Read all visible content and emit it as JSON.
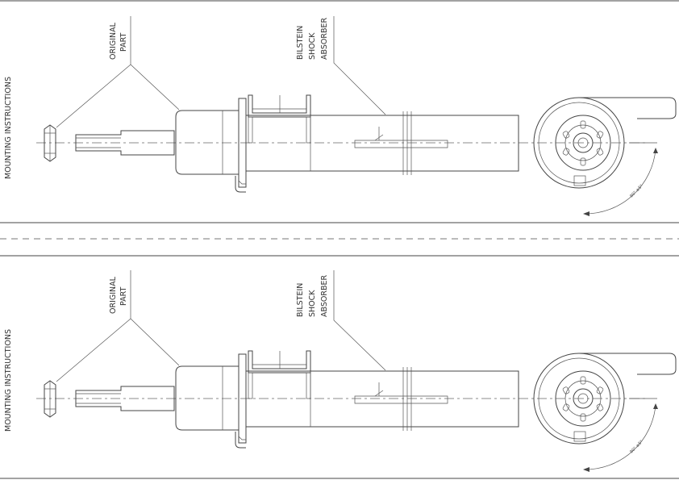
{
  "panels": [
    {
      "side_label": "MOUNTING INSTRUCTIONS",
      "callout_original": [
        "ORIGINAL",
        "PART"
      ],
      "callout_bilstein": [
        "BILSTEIN",
        "SHOCK",
        "ABSORBER"
      ],
      "angle_label": "90° ±5°"
    },
    {
      "side_label": "MOUNTING INSTRUCTIONS",
      "callout_original": [
        "ORIGINAL",
        "PART"
      ],
      "callout_bilstein": [
        "BILSTEIN",
        "SHOCK",
        "ABSORBER"
      ],
      "angle_label": "90° ±5°"
    }
  ],
  "colors": {
    "line": "#444444",
    "background": "#ffffff"
  }
}
